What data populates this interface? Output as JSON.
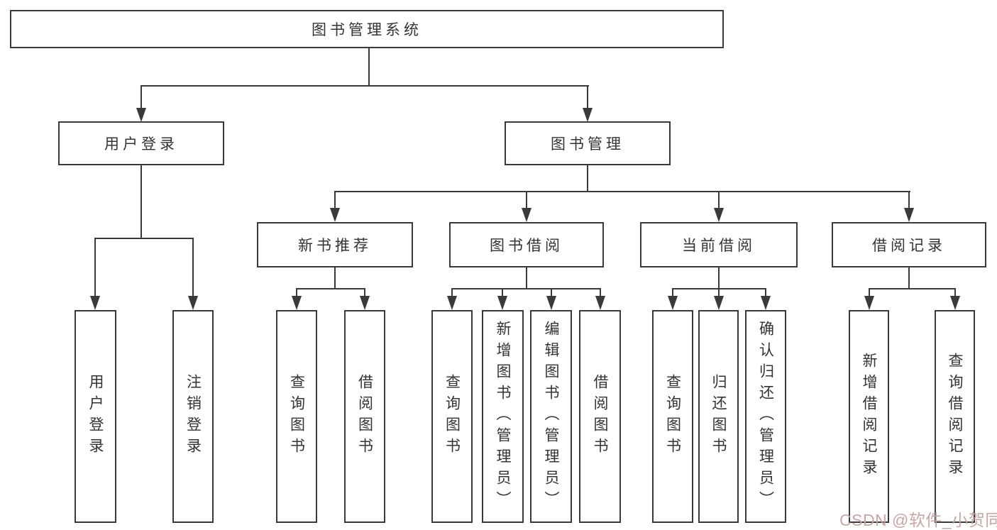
{
  "diagram": {
    "title": "图书管理系统",
    "type": "hierarchy-tree",
    "nodes": {
      "root": {
        "label": "图书管理系统"
      },
      "l2": [
        {
          "label": "用户登录"
        },
        {
          "label": "图书管理"
        }
      ],
      "l3": [
        {
          "label": "新书推荐"
        },
        {
          "label": "图书借阅"
        },
        {
          "label": "当前借阅"
        },
        {
          "label": "借阅记录"
        }
      ],
      "leaves": [
        {
          "label": "用户登录",
          "parent": "用户登录"
        },
        {
          "label": "注销登录",
          "parent": "用户登录"
        },
        {
          "label": "查询图书",
          "parent": "新书推荐"
        },
        {
          "label": "借阅图书",
          "parent": "新书推荐"
        },
        {
          "label": "查询图书",
          "parent": "图书借阅"
        },
        {
          "label": "新增图书（管理员）",
          "parent": "图书借阅"
        },
        {
          "label": "编辑图书（管理员）",
          "parent": "图书借阅"
        },
        {
          "label": "借阅图书",
          "parent": "图书借阅"
        },
        {
          "label": "查询图书",
          "parent": "当前借阅"
        },
        {
          "label": "归还图书",
          "parent": "当前借阅"
        },
        {
          "label": "确认归还（管理员）",
          "parent": "当前借阅"
        },
        {
          "label": "新增借阅记录",
          "parent": "借阅记录"
        },
        {
          "label": "查询借阅记录",
          "parent": "借阅记录"
        }
      ]
    },
    "colors": {
      "line": "#3A3A3A",
      "box_border": "#3A3A3A",
      "background": "#FFFFFF",
      "watermark": "#C7A2A2"
    }
  },
  "watermark": {
    "text": "CSDN @软件_小贺同学"
  }
}
